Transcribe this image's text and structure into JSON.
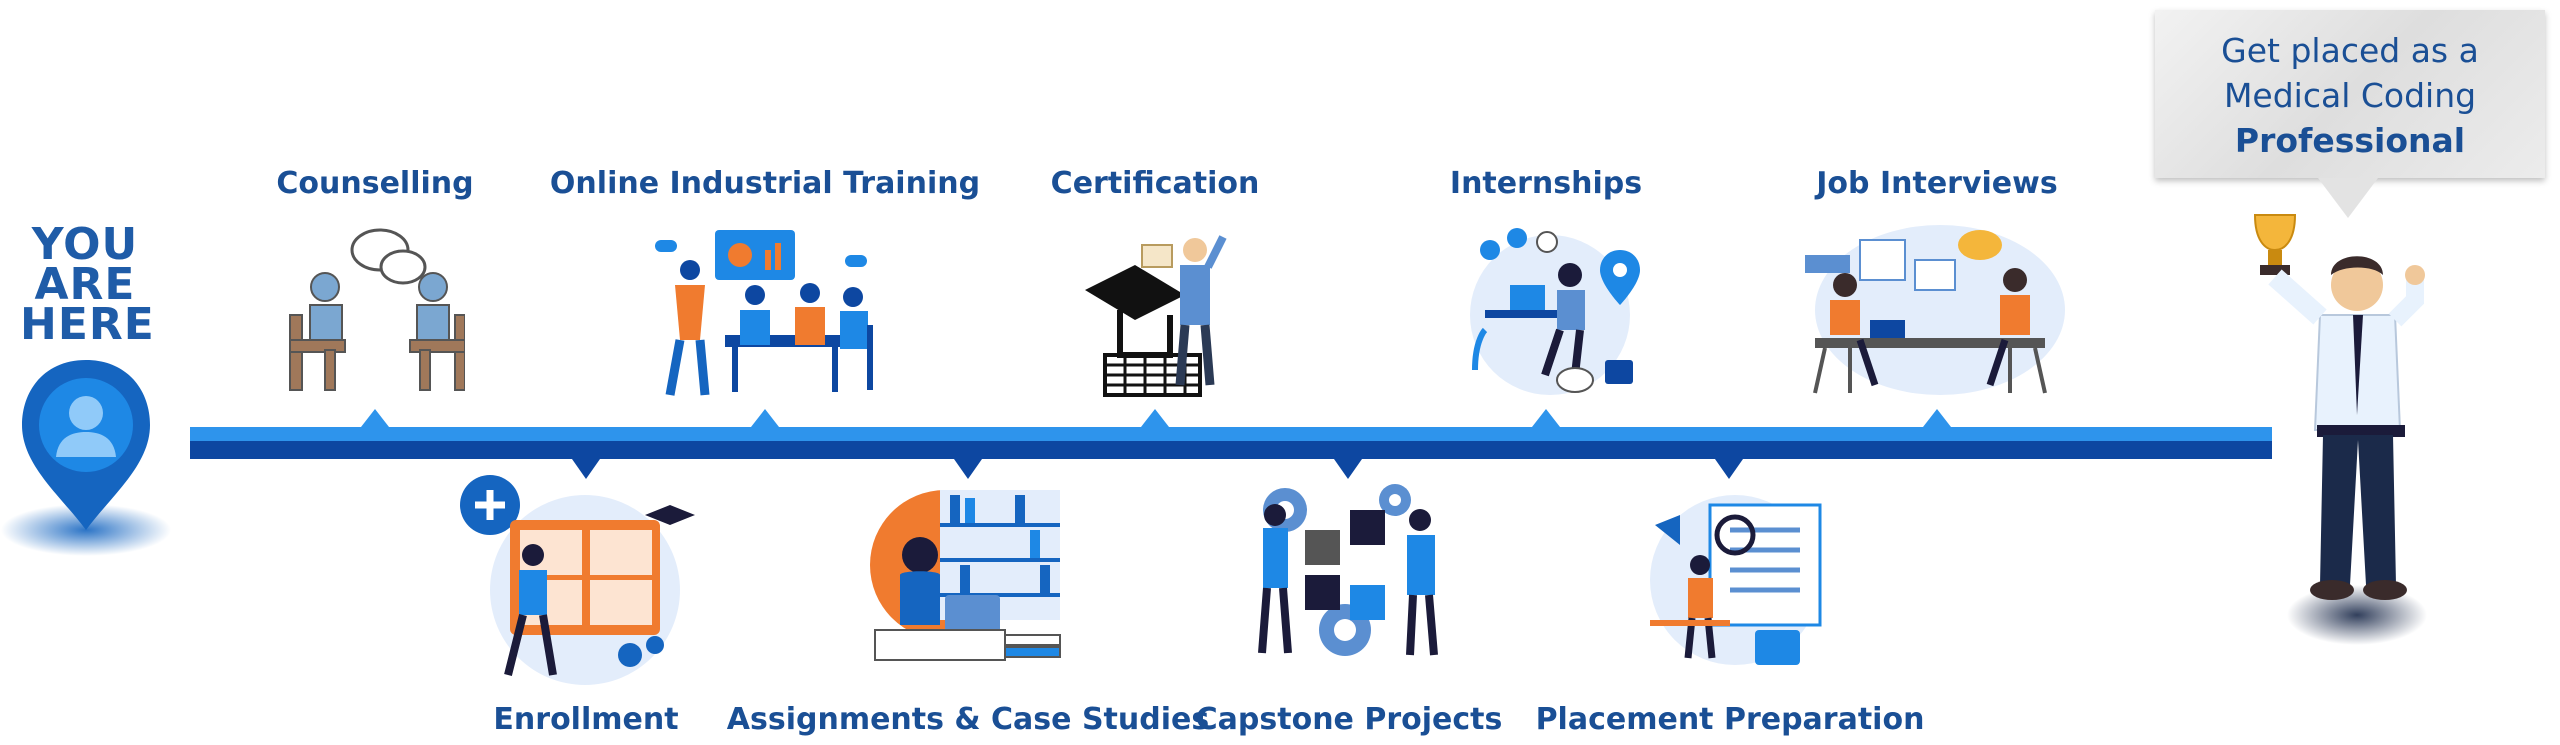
{
  "you_are_here": [
    "YOU",
    "ARE",
    "HERE"
  ],
  "goal": {
    "line1": "Get placed as a",
    "line2": "Medical Coding",
    "line3": "Professional"
  },
  "steps_top": [
    {
      "label": "Counselling",
      "icon": "counselling-icon"
    },
    {
      "label": "Online Industrial Training",
      "icon": "training-icon"
    },
    {
      "label": "Certification",
      "icon": "certification-icon"
    },
    {
      "label": "Internships",
      "icon": "internship-icon"
    },
    {
      "label": "Job Interviews",
      "icon": "interview-icon"
    }
  ],
  "steps_bottom": [
    {
      "label": "Enrollment",
      "icon": "enrollment-icon"
    },
    {
      "label": "Assignments & Case Studies",
      "icon": "assignments-icon"
    },
    {
      "label": "Capstone Projects",
      "icon": "capstone-icon"
    },
    {
      "label": "Placement Preparation",
      "icon": "placement-icon"
    }
  ],
  "colors": {
    "dark_blue": "#0d47a1",
    "light_blue": "#2e94ec",
    "text_blue": "#1a4f95",
    "orange": "#f07b2f"
  }
}
